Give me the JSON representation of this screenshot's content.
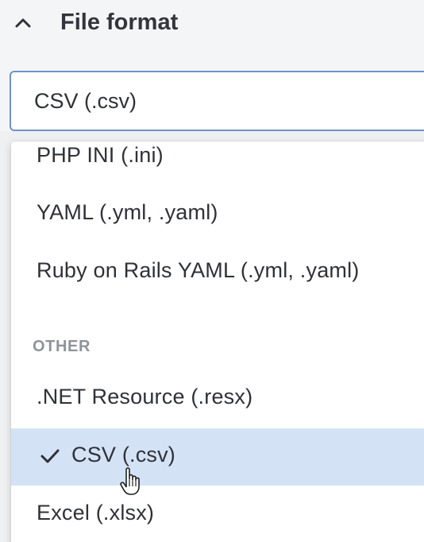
{
  "section": {
    "title": "File format",
    "toggle_icon": "chevron-up-icon"
  },
  "select": {
    "value": "CSV (.csv)"
  },
  "dropdown": {
    "options_top": [
      {
        "label": "PHP INI (.ini)"
      },
      {
        "label": "YAML (.yml, .yaml)"
      },
      {
        "label": "Ruby on Rails YAML (.yml, .yaml)"
      }
    ],
    "group_other": {
      "label": "OTHER",
      "options": [
        {
          "label": ".NET Resource (.resx)",
          "selected": false
        },
        {
          "label": "CSV (.csv)",
          "selected": true
        },
        {
          "label": "Excel (.xlsx)",
          "selected": false
        }
      ]
    },
    "selected_icon": "checkmark-icon"
  },
  "pointer": {
    "icon": "hand-pointer-cursor-icon"
  },
  "colors": {
    "select_border": "#6d93c9",
    "selected_row": "#d4e2f6",
    "group_label": "#8f939a",
    "text": "#2f3137"
  }
}
